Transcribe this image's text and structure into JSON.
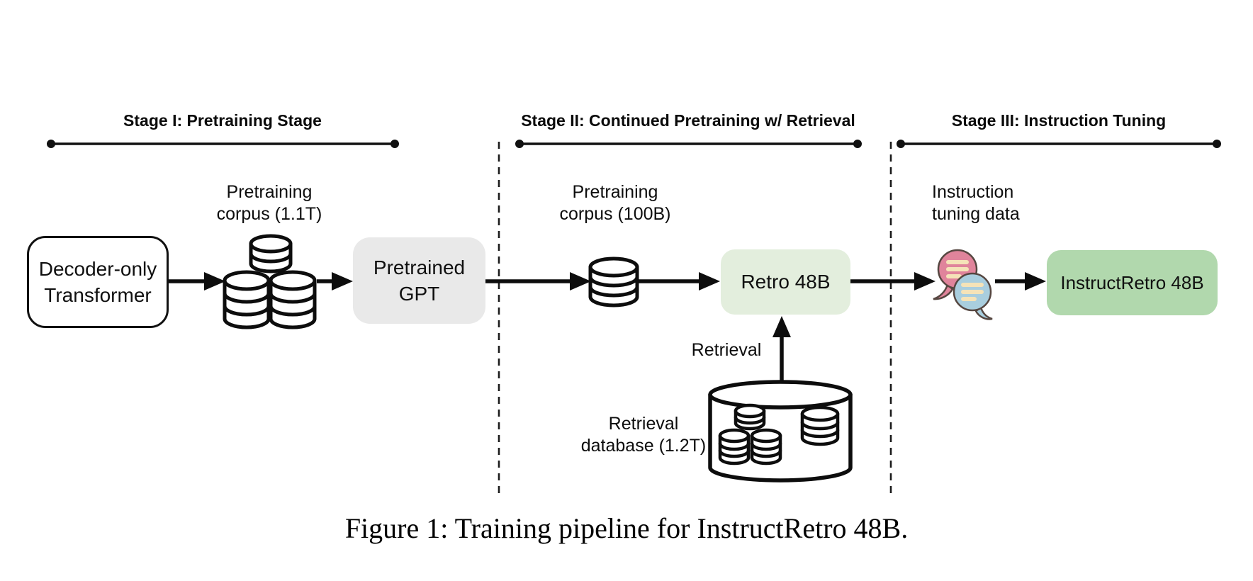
{
  "stages": [
    {
      "label": "Stage I: Pretraining Stage"
    },
    {
      "label": "Stage II: Continued Pretraining w/ Retrieval"
    },
    {
      "label": "Stage III: Instruction Tuning"
    }
  ],
  "nodes": {
    "decoder": {
      "label": "Decoder-only\nTransformer"
    },
    "gpt": {
      "label": "Pretrained\nGPT"
    },
    "retro": {
      "label": "Retro 48B"
    },
    "instructretro": {
      "label": "InstructRetro 48B"
    }
  },
  "labels": {
    "pretraining_corpus_1": "Pretraining\ncorpus (1.1T)",
    "pretraining_corpus_2": "Pretraining\ncorpus (100B)",
    "retrieval": "Retrieval",
    "retrieval_database": "Retrieval\ndatabase (1.2T)",
    "instruction_tuning_data": "Instruction\ntuning data"
  },
  "caption": "Figure 1: Training pipeline for InstructRetro 48B.",
  "icons": {
    "stage1_corpus": "database-stack-icon",
    "stage2_corpus": "database-icon",
    "retrieval_database": "database-barrel-icon",
    "instruction_data": "chat-bubbles-icon"
  },
  "colors": {
    "gpt_box": "#e9e9e9",
    "retro_box": "#e3eedd",
    "instructretro_box": "#b1d8ad",
    "chat_pink": "#e0849b",
    "chat_blue": "#a9cede",
    "chat_text_lines": "#f5e3b8",
    "outline": "#111111"
  }
}
